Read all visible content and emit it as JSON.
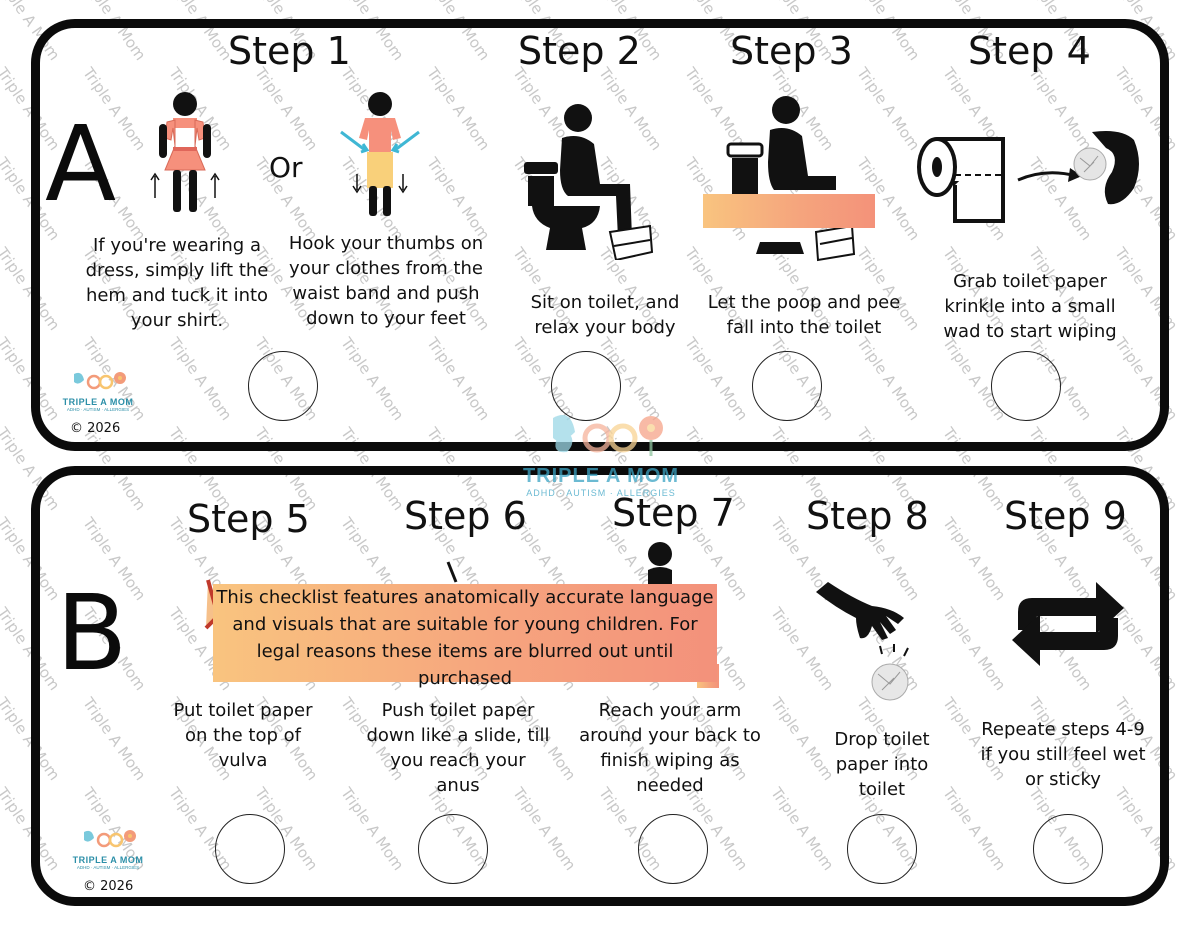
{
  "watermark_text": "Triple A Mom",
  "panel_a": {
    "letter": "A",
    "steps": [
      {
        "title": "Step 1"
      },
      {
        "title": "Step 2"
      },
      {
        "title": "Step 3"
      },
      {
        "title": "Step 4"
      }
    ],
    "or_text": "Or",
    "captions": {
      "dress": "If you're wearing a dress, simply lift the hem and tuck it into your shirt.",
      "thumbs": "Hook your thumbs on your clothes from the waist band and push down to your feet",
      "sit": "Sit on toilet, and relax your body",
      "poop": "Let the poop and pee fall into the toilet",
      "grab": "Grab toilet paper krinkle into a small wad to start wiping"
    },
    "brand": {
      "name": "TRIPLE A MOM",
      "tagline": "ADHD · AUTISM · ALLERGIES"
    },
    "copyright": "© 2026"
  },
  "panel_b": {
    "letter": "B",
    "steps": [
      {
        "title": "Step 5"
      },
      {
        "title": "Step 6"
      },
      {
        "title": "Step 7"
      },
      {
        "title": "Step 8"
      },
      {
        "title": "Step 9"
      }
    ],
    "captions": {
      "put": "Put toilet paper on the top of vulva",
      "push": "Push toilet paper down like a slide, till you reach your anus",
      "reach": "Reach your arm around your back to finish wiping as needed",
      "drop": "Drop toilet paper into toilet",
      "repeat": "Repeate steps 4-9 if you still feel wet or sticky"
    },
    "brand": {
      "name": "TRIPLE A MOM",
      "tagline": "ADHD · AUTISM · ALLERGIES"
    },
    "copyright": "© 2026"
  },
  "notice": "This checklist features anatomically accurate language and visuals that are suitable for young children. For legal reasons these items are blurred out until purchased",
  "center_logo": {
    "name": "TRIPLE A MOM",
    "tagline": "ADHD · AUTISM · ALLERGIES"
  },
  "colors": {
    "border": "#0b0b0b",
    "blur_start": "#f9c47f",
    "blur_end": "#f3917b",
    "dress": "#f6907c",
    "shorts": "#f9d07a",
    "arrow_blue": "#3fb7d4",
    "brand_teal": "#2c8fa8"
  }
}
